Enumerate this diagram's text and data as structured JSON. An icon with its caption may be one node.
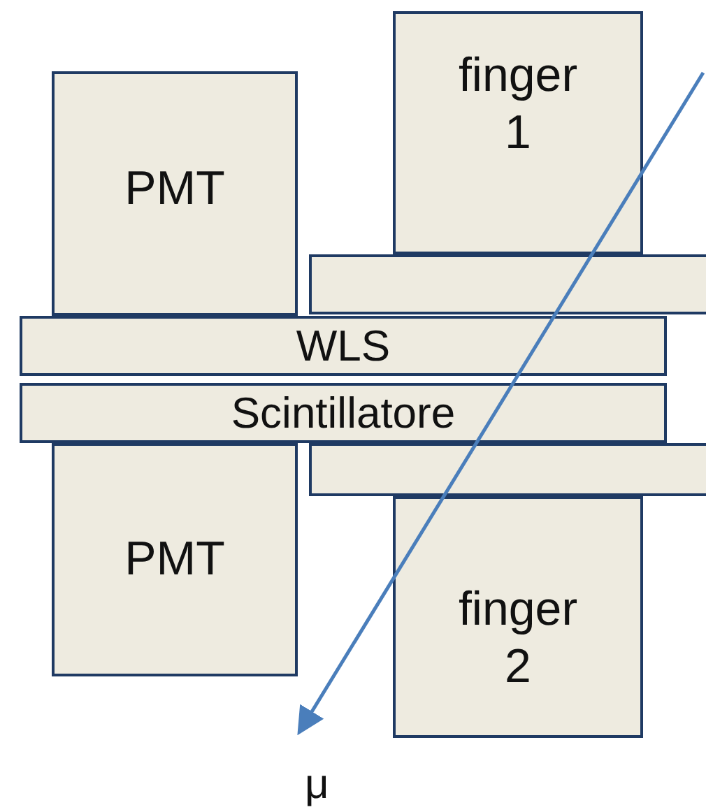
{
  "diagram": {
    "nodes": [
      {
        "text": [
          "PMT"
        ]
      },
      {
        "text": [
          "finger 1"
        ]
      },
      {
        "text": [],
        "shape": "box"
      },
      {
        "text": [
          "WLS"
        ]
      },
      {
        "text": [
          "Scintillatore"
        ]
      },
      {
        "text": [],
        "shape": "box"
      },
      {
        "text": [
          "PMT"
        ]
      },
      {
        "text": [
          "finger 2"
        ]
      }
    ],
    "labels": [
      "μ"
    ]
  }
}
